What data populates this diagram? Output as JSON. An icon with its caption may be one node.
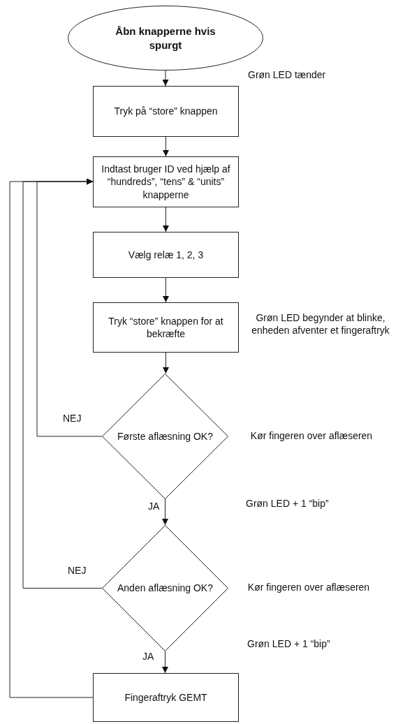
{
  "diagram": {
    "nodes": [
      {
        "text": [
          "Åbn knapperne hvis spurgt"
        ]
      },
      {
        "text": [
          "Tryk på “store” knappen"
        ]
      },
      {
        "text": [
          "Indtast bruger ID ved hjælp af “hundreds”, “tens” & “units”  knapperne"
        ]
      },
      {
        "text": [
          "Vælg relæ 1, 2, 3"
        ]
      },
      {
        "text": [
          "Tryk “store” knappen for at bekræfte"
        ],
        "beside": [
          "Grøn LED begynder at blinke, enheden afventer et fingeraftryk"
        ]
      },
      {
        "text": [
          "Første aflæsning OK?"
        ],
        "beside": [
          "Kør fingeren over aflæseren"
        ]
      },
      {
        "text": [
          "Anden aflæsning OK?"
        ],
        "beside": [
          "Kør fingeren over aflæseren"
        ]
      },
      {
        "text": [
          "Fingeraftryk GEMT"
        ]
      }
    ],
    "edges": [
      {
        "from": 0,
        "to": 1,
        "arrow": "to"
      },
      {
        "from": 1,
        "to": 2,
        "arrow": "to"
      },
      {
        "from": 2,
        "to": 3,
        "arrow": "to"
      },
      {
        "from": 3,
        "to": 4,
        "arrow": "to"
      },
      {
        "from": 4,
        "to": 5,
        "arrow": "to"
      },
      {
        "from": 5,
        "to": 6,
        "arrow": "to",
        "label": "JA"
      },
      {
        "from": 6,
        "to": 7,
        "arrow": "to",
        "label": "JA"
      },
      {
        "from": 5,
        "to": 2,
        "arrow": "to",
        "label": "NEJ"
      },
      {
        "from": 6,
        "to": 2,
        "arrow": "to",
        "label": "NEJ"
      },
      {
        "from": 7,
        "to": 2,
        "arrow": "to"
      }
    ],
    "labels": [
      "Grøn LED tænder",
      "Grøn LED + 1 “bip”",
      "Grøn LED + 1 “bip”"
    ]
  }
}
